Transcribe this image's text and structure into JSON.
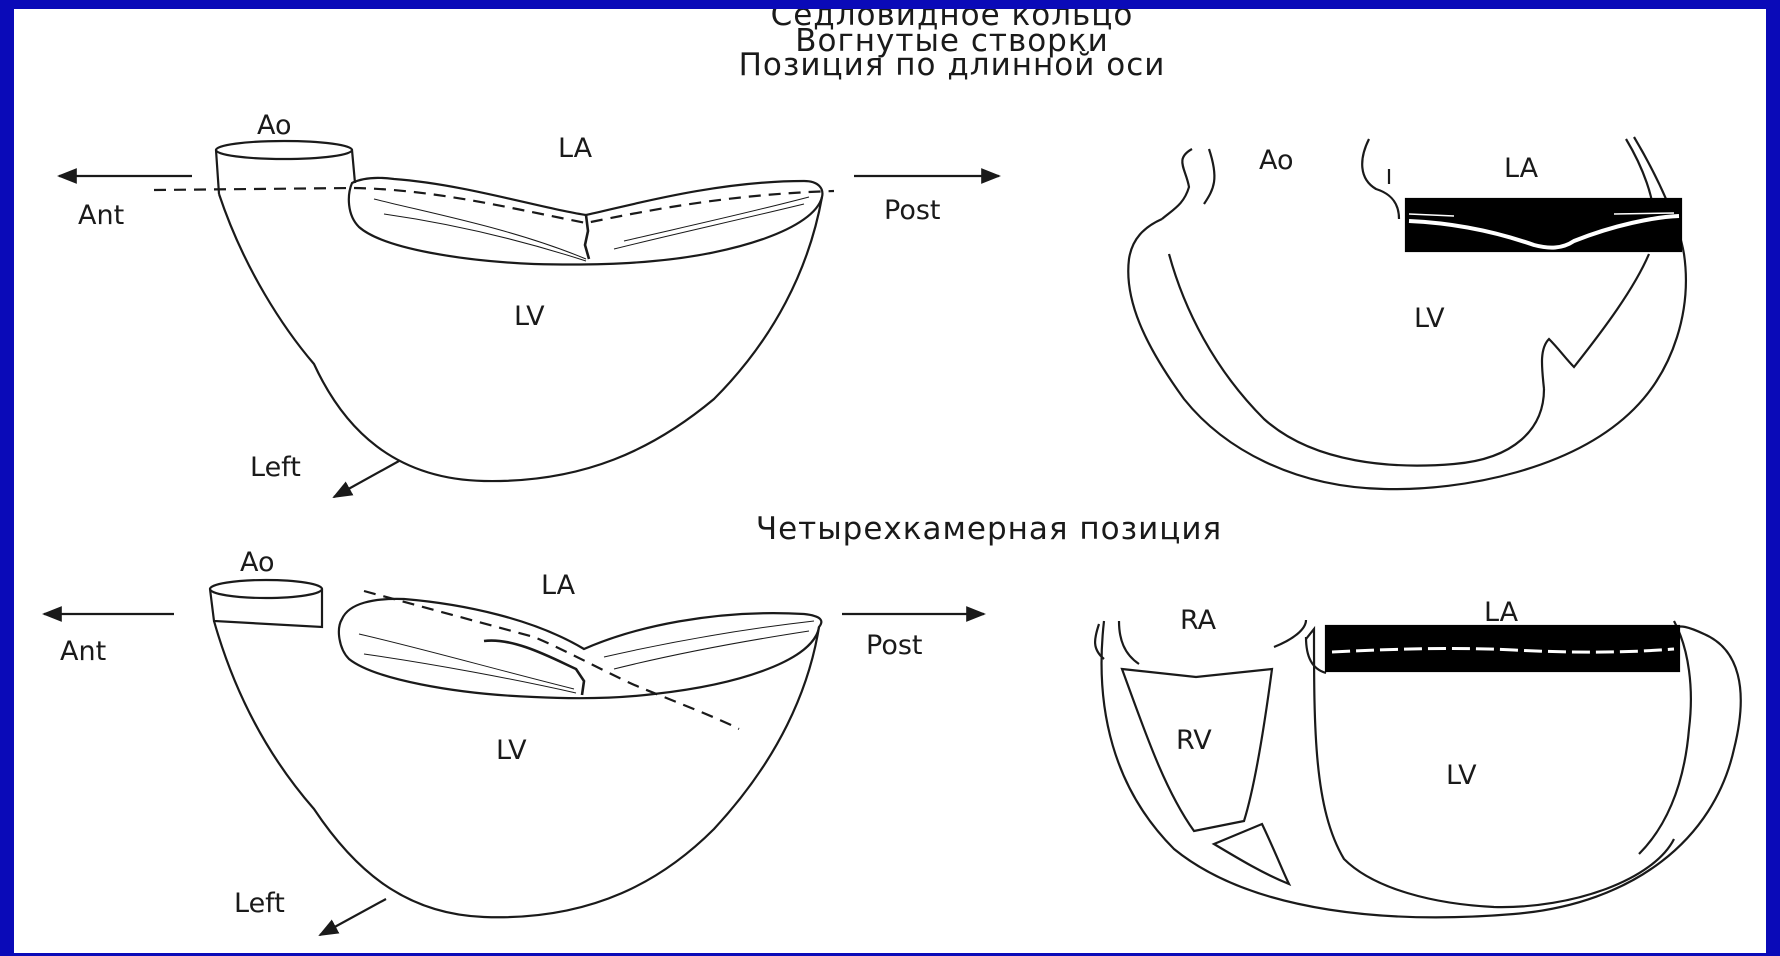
{
  "title": {
    "line1": "Седловидное кольцо",
    "line2": "Вогнутые створки",
    "line3": "Позиция по длинной оси"
  },
  "section2": "Четырехкамерная позиция",
  "colors": {
    "frame": "#0a0ab8",
    "ink": "#1a1a1a",
    "background": "#ffffff"
  },
  "top_left": {
    "ao": "Ao",
    "la": "LA",
    "ant": "Ant",
    "post": "Post",
    "lv": "LV",
    "left": "Left"
  },
  "top_right": {
    "ao": "Ao",
    "la": "LA",
    "lv": "LV"
  },
  "bottom_left": {
    "ao": "Ao",
    "la": "LA",
    "ant": "Ant",
    "post": "Post",
    "lv": "LV",
    "left": "Left"
  },
  "bottom_right": {
    "ra": "RA",
    "la": "LA",
    "rv": "RV",
    "lv": "LV"
  }
}
